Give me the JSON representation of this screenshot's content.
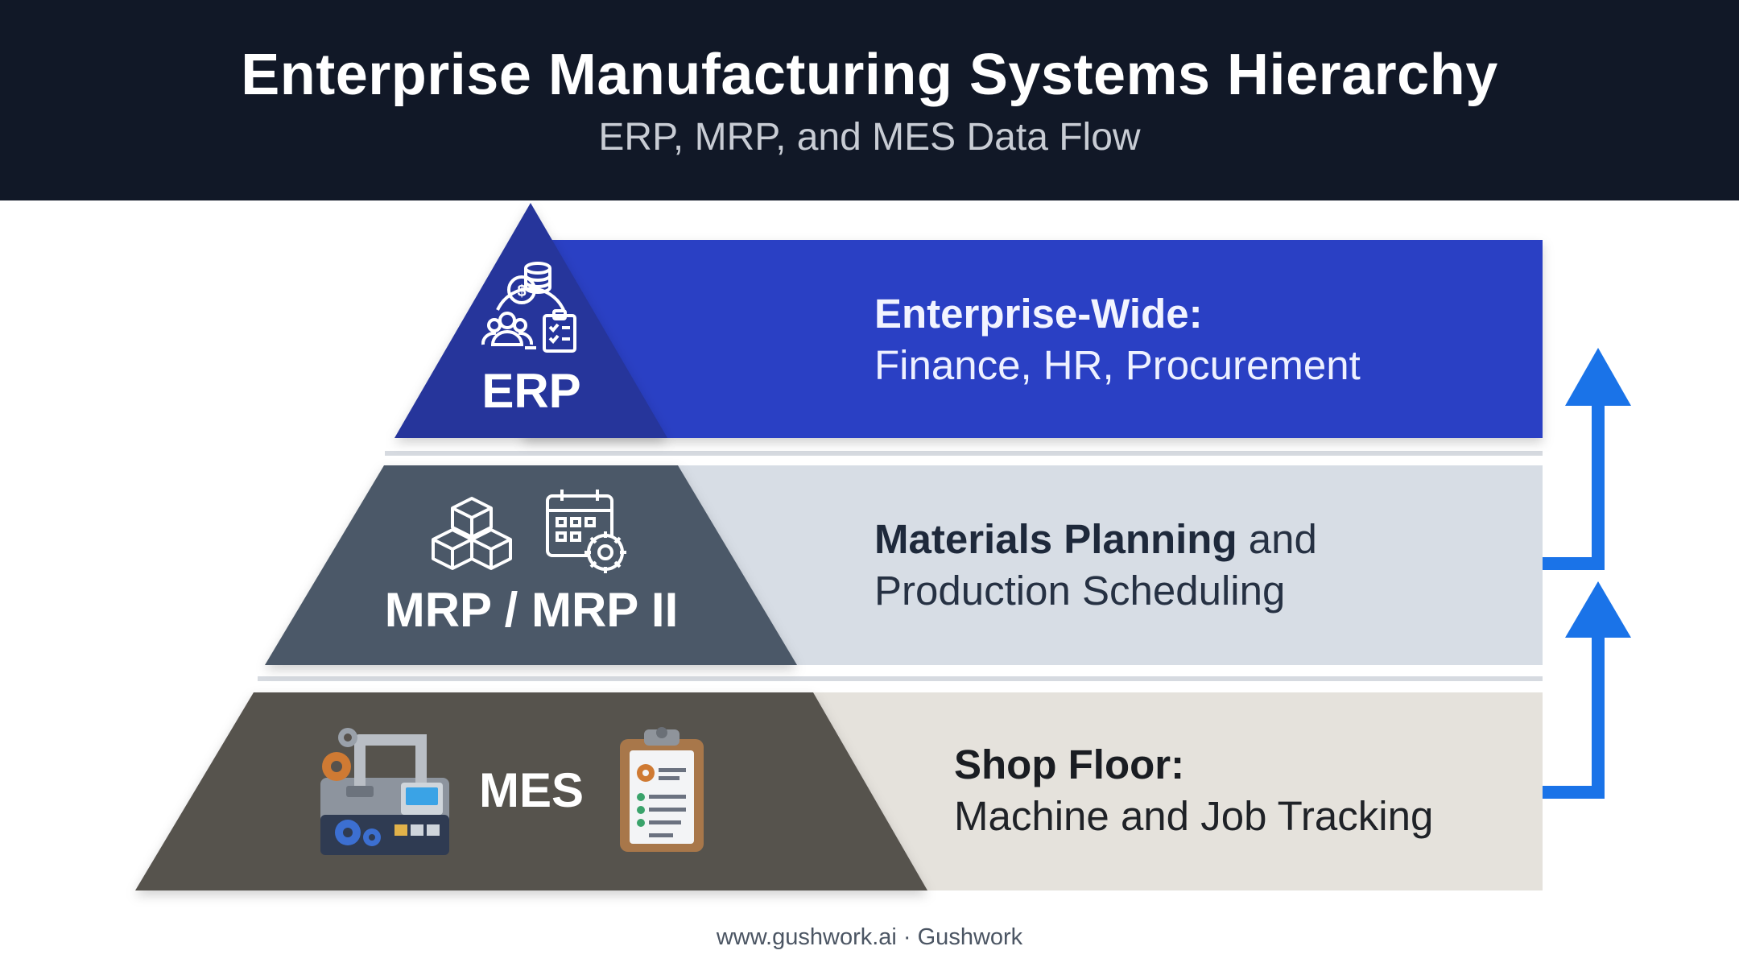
{
  "header": {
    "title": "Enterprise Manufacturing Systems Hierarchy",
    "subtitle": "ERP, MRP, and MES Data Flow"
  },
  "tiers": [
    {
      "label": "ERP",
      "description_bold": "Enterprise-Wide:",
      "description_line1_rest": "",
      "description_line2": "Finance, HR, Procurement",
      "triangle_color": "#25349b",
      "band_color": "#2b3fc4",
      "icons": [
        "coins-database-icon",
        "people-group-icon",
        "checklist-clipboard-icon"
      ]
    },
    {
      "label": "MRP / MRP II",
      "description_bold": "Materials Planning",
      "description_line1_rest": " and",
      "description_line2": "Production Scheduling",
      "triangle_color": "#4b5868",
      "band_color": "#d7dde5",
      "icons": [
        "stacked-boxes-icon",
        "calendar-gear-icon"
      ]
    },
    {
      "label": "MES",
      "description_bold": "Shop Floor:",
      "description_line1_rest": "",
      "description_line2": "Machine and Job Tracking",
      "triangle_color": "#57524d",
      "band_color": "#e5e2dc",
      "icons": [
        "factory-machine-icon",
        "clipboard-document-icon"
      ]
    }
  ],
  "flow_arrow_color": "#1a73e8",
  "flow_arrows": [
    "arrow-mes-to-mrp",
    "arrow-mrp-to-erp"
  ],
  "footer": "www.gushwork.ai · Gushwork"
}
